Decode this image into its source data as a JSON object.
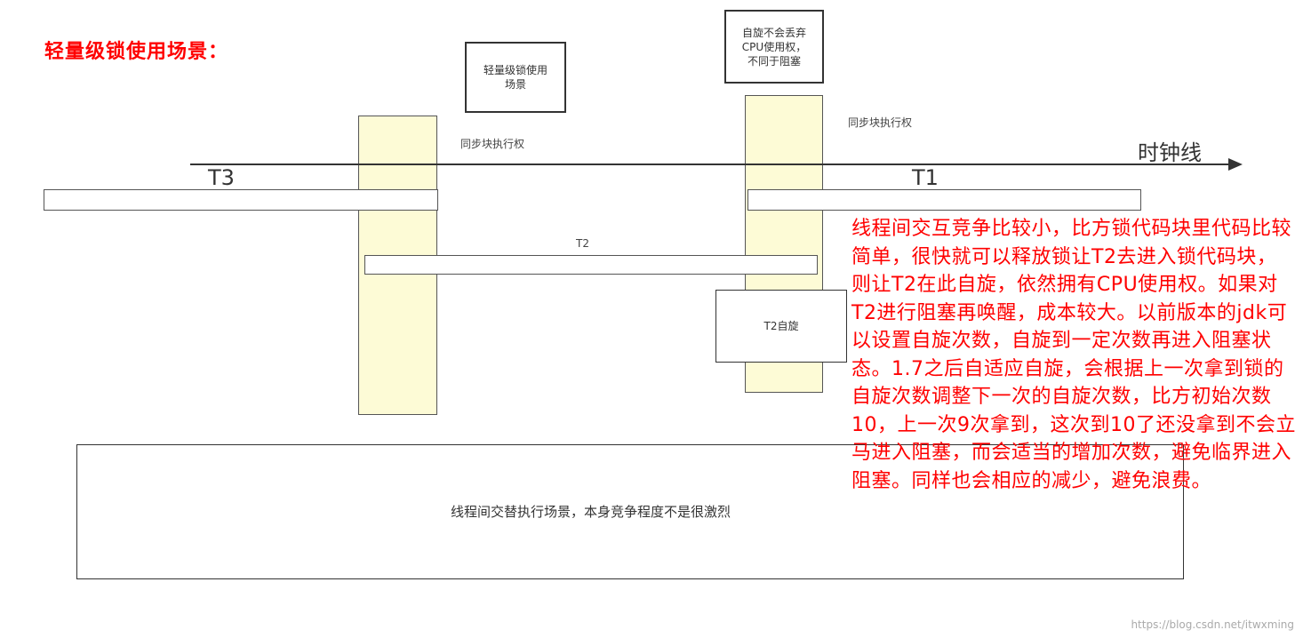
{
  "title": "轻量级锁使用场景：",
  "box_scene": "轻量级锁使用\n场景",
  "box_spin_note": "自旋不会丢弃\nCPU使用权，\n不同于阻塞",
  "sync_left": "同步块执行权",
  "sync_right": "同步块执行权",
  "clock_label": "时钟线",
  "t3_label": "T3",
  "t1_label": "T1",
  "t2_label": "T2",
  "t2_spin": "T2自旋",
  "bottom_box": "线程间交替执行场景，本身竞争程度不是很激烈",
  "explanation": "线程间交互竞争比较小，比方锁代码块里代码比较简单，很快就可以释放锁让T2去进入锁代码块，则让T2在此自旋，依然拥有CPU使用权。如果对T2进行阻塞再唤醒，成本较大。以前版本的jdk可以设置自旋次数，自旋到一定次数再进入阻塞状态。1.7之后自适应自旋，会根据上一次拿到锁的自旋次数调整下一次的自旋次数，比方初始次数10，上一次9次拿到，这次到10了还没拿到不会立马进入阻塞，而会适当的增加次数，避免临界进入阻塞。同样也会相应的减少，避免浪费。",
  "watermark": "https://blog.csdn.net/itwxming",
  "colors": {
    "highlight": "#ff0000",
    "sync_block": "#fdfbd6"
  }
}
